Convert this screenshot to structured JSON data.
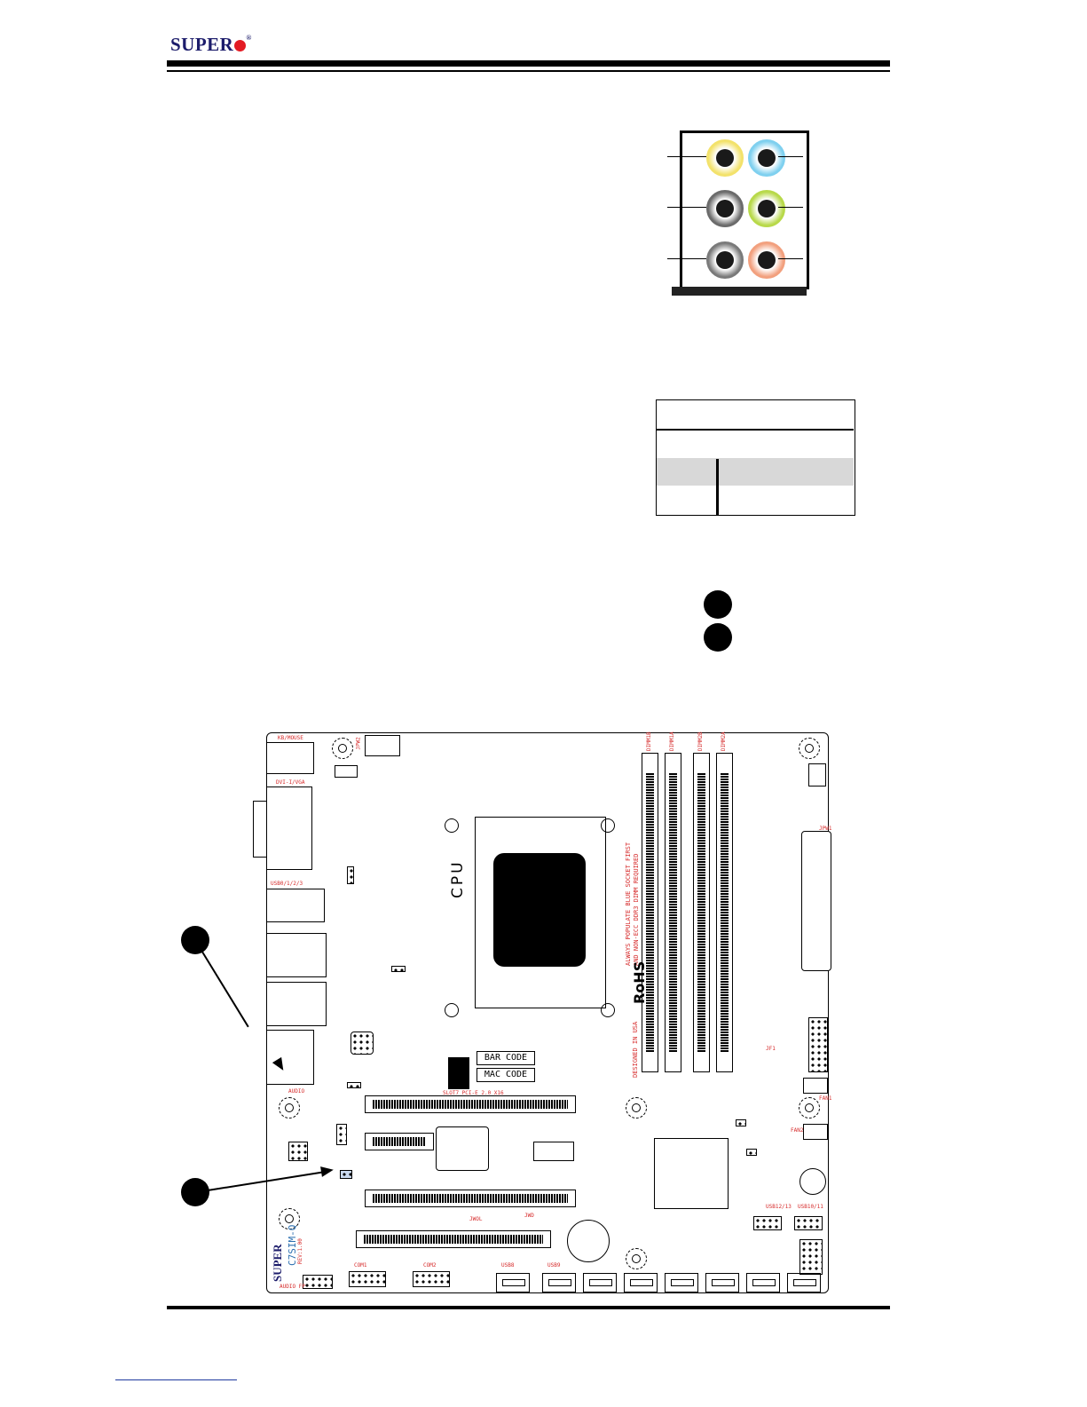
{
  "header": {
    "logo_text": "SUPER",
    "logo_mark": "®"
  },
  "audio_panel": {
    "jack_colors": [
      "#f3e26b",
      "#7fd0ef",
      "#6b6b6b",
      "#b8d94a",
      "#7a7a7a",
      "#f2a07e"
    ]
  },
  "board": {
    "model": "C7SIM-Q",
    "revision": "REV:1.00",
    "cpu_label": "CPU",
    "rohs": "RoHS",
    "designed_in": "DESIGNED IN USA",
    "bar_code": "BAR CODE",
    "mac_code": "MAC CODE",
    "dimm_note_1": "ALWAYS POPULATE BLUE SOCKET FIRST",
    "dimm_note_2": "AND NON-ECC DDR3 DIMM REQUIRED",
    "slot7": "SLOT7 PCI-E 2.0 X16",
    "dimm_labels": [
      "DIMM1B",
      "DIMM1A",
      "DIMM2B",
      "DIMM2A"
    ],
    "labels": {
      "kb_mouse": "KB/MOUSE",
      "dvi_vga": "DVI-I/VGA",
      "usb0123": "USB0/1/2/3",
      "audio": "AUDIO",
      "audio_fp": "AUDIO FP",
      "com1": "COM1",
      "com2": "COM2",
      "jpw1": "JPW1",
      "jpw2": "JPW2",
      "fan1": "FAN1",
      "fan2": "FAN2",
      "jf1": "JF1",
      "usb1213": "USB12/13",
      "usb1011": "USB10/11",
      "usb8": "USB8",
      "usb9": "USB9",
      "jwol": "JWOL",
      "jwd": "JWD"
    }
  },
  "footer": {
    "link_text": ""
  }
}
